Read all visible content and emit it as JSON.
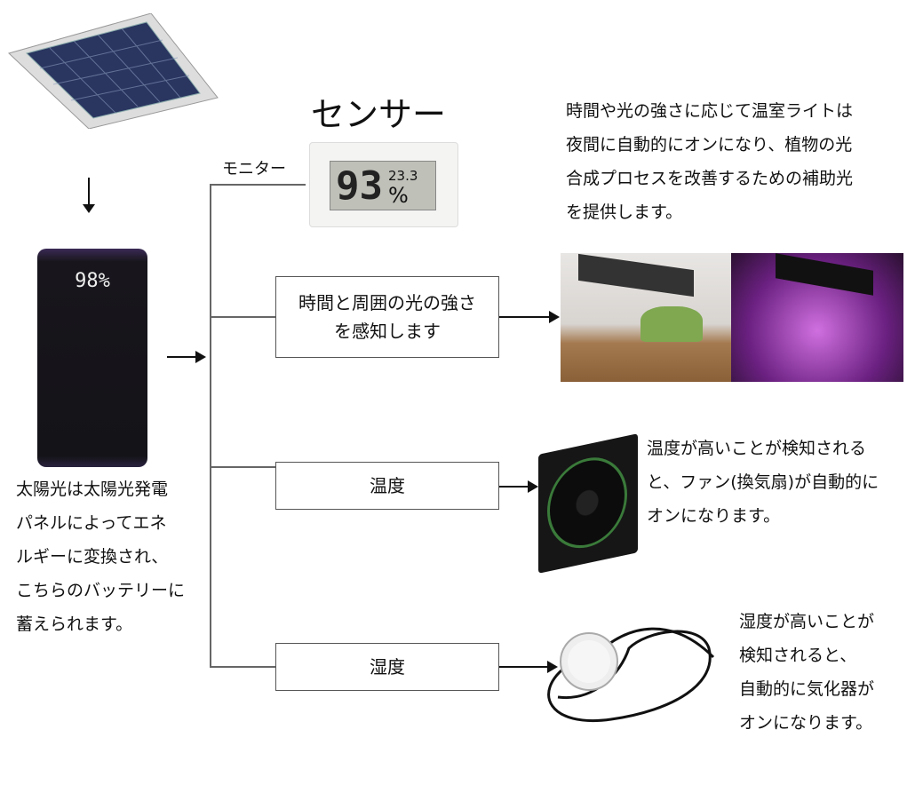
{
  "title": "センサー",
  "monitor_label": "モニター",
  "battery_display": "98%",
  "thermometer": {
    "humidity": "93",
    "unit": "%",
    "temperature": "23.3"
  },
  "battery_caption": [
    "太陽光は太陽光発電",
    "パネルによってエネ",
    "ルギーに変換され、",
    "こちらのバッテリーに",
    "蓄えられます。"
  ],
  "boxes": {
    "light": [
      "時間と周囲の光の強さ",
      "を感知します"
    ],
    "temperature": "温度",
    "humidity": "湿度"
  },
  "light_text": [
    "時間や光の強さに応じて温室ライトは",
    "夜間に自動的にオンになり、植物の光",
    "合成プロセスを改善するための補助光",
    "を提供します。"
  ],
  "fan_text": [
    "温度が高いことが検知される",
    "と、ファン(換気扇)が自動的に",
    "オンになります。"
  ],
  "humidifier_text": [
    "湿度が高いことが",
    "検知されると、",
    "自動的に気化器が",
    "オンになります。"
  ]
}
